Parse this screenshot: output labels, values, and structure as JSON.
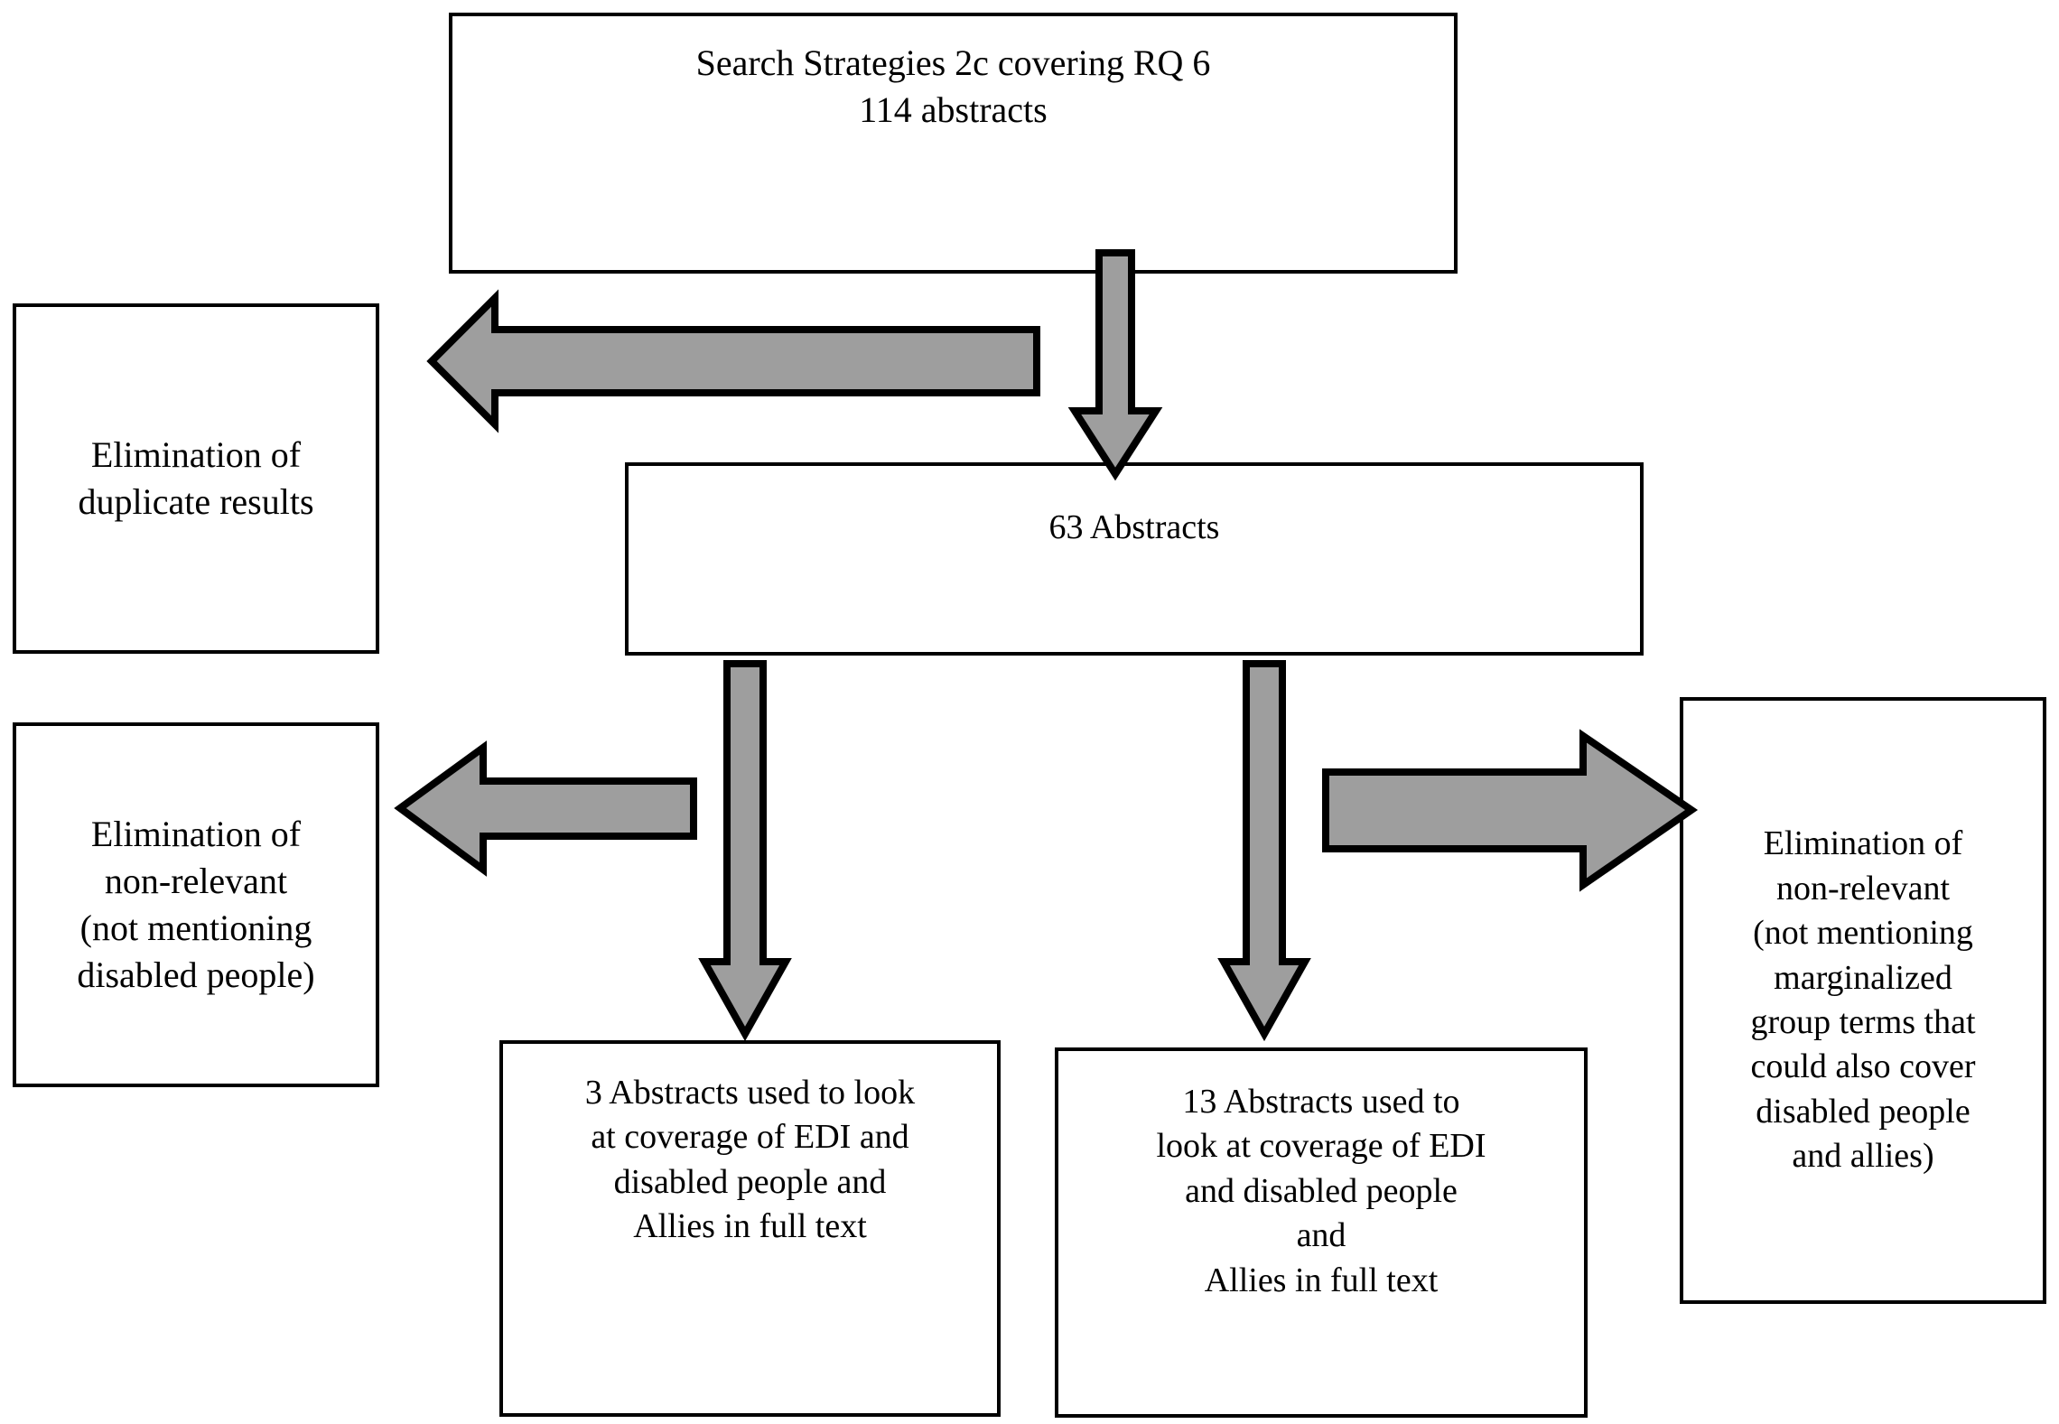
{
  "diagram": {
    "type": "flowchart",
    "title": "Search Strategies 2c covering RQ 6 screening flow",
    "colors": {
      "arrow_fill": "#9e9e9e",
      "arrow_stroke": "#000000",
      "box_stroke": "#000000",
      "box_fill": "#ffffff",
      "text": "#000000"
    },
    "nodes": {
      "search_strategies": "Search Strategies 2c covering RQ 6\n114 abstracts",
      "elimination_duplicates": "Elimination of\nduplicate results",
      "abstracts_63": "63 Abstracts",
      "elimination_nonrelevant_left": "Elimination of\nnon-relevant\n(not mentioning\ndisabled people)",
      "elimination_nonrelevant_right": "Elimination of\nnon-relevant\n(not mentioning\nmarginalized\ngroup terms that\ncould also cover\ndisabled people\nand allies)",
      "abstracts_3": "3 Abstracts used to look\nat coverage of EDI and\ndisabled people and\nAllies in full text",
      "abstracts_13": "13 Abstracts used to\nlook at coverage of EDI\nand disabled people\nand\nAllies in full text"
    },
    "arrows": [
      {
        "name": "arrow-down-top",
        "direction": "down",
        "from": "search_strategies",
        "to": "abstracts_63"
      },
      {
        "name": "arrow-left-top",
        "direction": "left",
        "from": "search_strategies",
        "to": "elimination_duplicates"
      },
      {
        "name": "arrow-down-left",
        "direction": "down",
        "from": "abstracts_63",
        "to": "abstracts_3"
      },
      {
        "name": "arrow-down-right",
        "direction": "down",
        "from": "abstracts_63",
        "to": "abstracts_13"
      },
      {
        "name": "arrow-left-mid",
        "direction": "left",
        "from": "abstracts_63",
        "to": "elimination_nonrelevant_left"
      },
      {
        "name": "arrow-right-mid",
        "direction": "right",
        "from": "abstracts_63",
        "to": "elimination_nonrelevant_right"
      }
    ]
  }
}
